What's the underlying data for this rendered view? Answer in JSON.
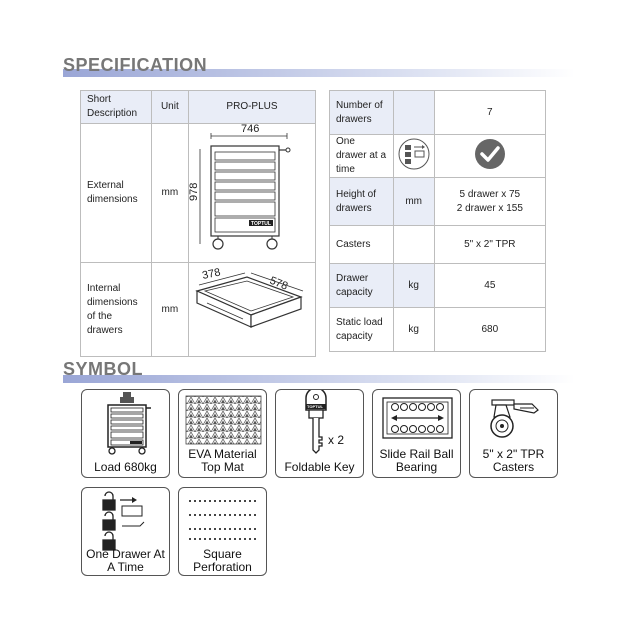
{
  "specification": {
    "title": "SPECIFICATION",
    "left_table": {
      "headers": [
        "Short Description",
        "Unit",
        "PRO-PLUS"
      ],
      "rows": [
        {
          "label": "External dimensions",
          "unit": "mm",
          "width_dim": "746",
          "height_dim": "978",
          "brand": "TOPTUL"
        },
        {
          "label": "Internal dimensions of the drawers",
          "unit": "mm",
          "dim_a": "378",
          "dim_b": "578"
        }
      ]
    },
    "right_table": {
      "rows": [
        {
          "label": "Number of drawers",
          "unit": "",
          "value": "7"
        },
        {
          "label": "One drawer at a time",
          "unit": "",
          "value": ""
        },
        {
          "label": "Height of drawers",
          "unit": "mm",
          "value_line1": "5 drawer x 75",
          "value_line2": "2 drawer x 155"
        },
        {
          "label": "Casters",
          "unit": "",
          "value": "5\" x 2\" TPR"
        },
        {
          "label": "Drawer capacity",
          "unit": "kg",
          "value": "45"
        },
        {
          "label": "Static load capacity",
          "unit": "kg",
          "value": "680"
        }
      ]
    }
  },
  "symbol": {
    "title": "SYMBOL",
    "items": [
      {
        "line1": "Load 680kg",
        "line2": "",
        "icon": "cabinet-icon"
      },
      {
        "line1": "EVA Material",
        "line2": "Top Mat",
        "icon": "mat-pattern-icon"
      },
      {
        "line1": "Foldable Key",
        "line2": "",
        "icon": "key-icon",
        "key_count": "x 2",
        "key_brand": "TOPTUL"
      },
      {
        "line1": "Slide Rail Ball",
        "line2": "Bearing",
        "icon": "ball-bearing-icon"
      },
      {
        "line1": "5\" x 2\" TPR",
        "line2": "Casters",
        "icon": "caster-icon"
      },
      {
        "line1": "One Drawer At",
        "line2": "A Time",
        "icon": "padlock-icon"
      },
      {
        "line1": "Square",
        "line2": "Perforation",
        "icon": "perforation-icon"
      }
    ]
  },
  "colors": {
    "title_text": "#777777",
    "table_header": "#e9edf7",
    "border": "#bdbdbd",
    "check_badge": "#666666"
  }
}
